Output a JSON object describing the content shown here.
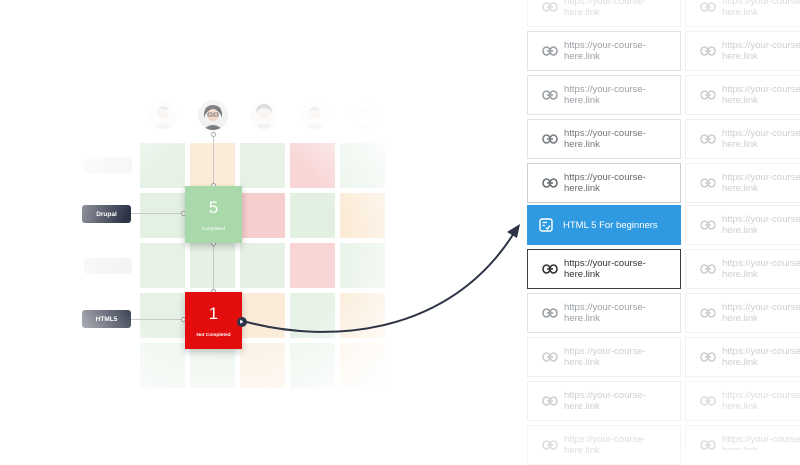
{
  "skills": {
    "drupal": "Drupal",
    "html5": "HTML5"
  },
  "cards": {
    "completed": {
      "value": "5",
      "status": "Completed"
    },
    "not_completed": {
      "value": "1",
      "status": "Not Completed"
    }
  },
  "links": {
    "placeholder": "https://your-course-here.link",
    "active_course": "HTML 5 For beginners"
  },
  "colors": {
    "completed_green": "#a9d9ab",
    "not_completed_red": "#e30d0d",
    "course_blue": "#2f9ae2",
    "label_dark": "#2e3446"
  },
  "icons": {
    "link": "link-icon",
    "course": "checklist-icon",
    "play": "play-icon"
  }
}
